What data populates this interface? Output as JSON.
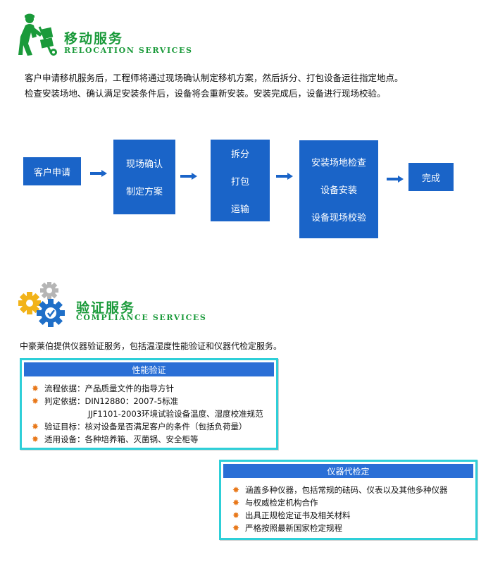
{
  "relocation": {
    "title_cn": "移动服务",
    "title_en": "RELOCATION SERVICES",
    "icon": "mover-with-hand-truck-icon",
    "description": [
      "客户申请移机服务后，工程师将通过现场确认制定移机方案，然后拆分、打包设备运往指定地点。",
      "检查安装场地、确认满足安装条件后，设备将会重新安装。安装完成后，设备进行现场校验。"
    ],
    "flow": [
      {
        "lines": [
          "客户申请"
        ]
      },
      {
        "lines": [
          "现场确认",
          "制定方案"
        ]
      },
      {
        "lines": [
          "拆分",
          "打包",
          "运输"
        ]
      },
      {
        "lines": [
          "安装场地检查",
          "设备安装",
          "设备现场校验"
        ]
      },
      {
        "lines": [
          "完成"
        ]
      }
    ],
    "arrow_icon": "right-arrow-icon"
  },
  "compliance": {
    "title_cn": "验证服务",
    "title_en": "COMPLIANCE SERVICES",
    "icon": "gears-icon",
    "description": "中豪莱伯提供仪器验证服务，包括温湿度性能验证和仪器代检定服务。",
    "performance": {
      "header": "性能验证",
      "items": [
        {
          "text": "流程依据：产品质量文件的指导方针"
        },
        {
          "text": "判定依据：DIN12880：2007-5标准",
          "cont": "JJF1101-2003环境试验设备温度、湿度校准规范"
        },
        {
          "text": "验证目标：核对设备是否满足客户的条件（包括负荷量）"
        },
        {
          "text": "适用设备：各种培养箱、灭菌锅、安全柜等"
        }
      ]
    },
    "calibration": {
      "header": "仪器代检定",
      "items": [
        {
          "text": "涵盖多种仪器，包括常规的砝码、仪表以及其他多种仪器"
        },
        {
          "text": "与权威检定机构合作"
        },
        {
          "text": "出具正规检定证书及相关材料"
        },
        {
          "text": "严格按照最新国家检定规程"
        }
      ]
    }
  },
  "colors": {
    "green": "#1a9a3a",
    "flow_blue": "#1a64c8",
    "card_border": "#2ecfd8",
    "card_header": "#2a6fd6",
    "bullet": "#e8781a"
  }
}
